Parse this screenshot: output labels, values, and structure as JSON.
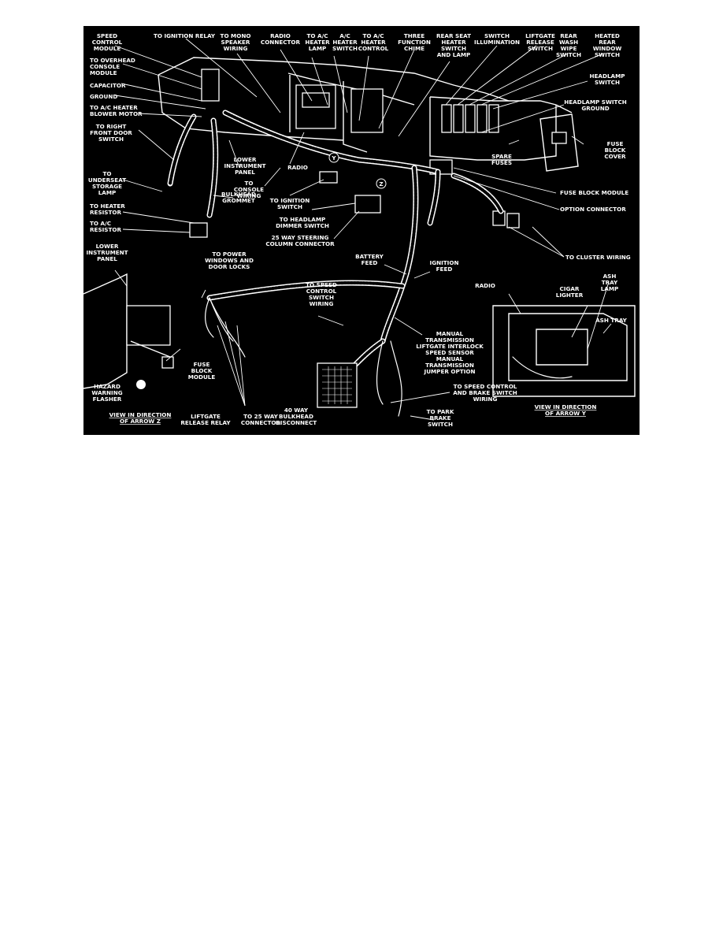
{
  "labels": {
    "speed_control_module": [
      "SPEED",
      "CONTROL",
      "MODULE"
    ],
    "overhead_console": [
      "TO OVERHEAD",
      "CONSOLE",
      "MODULE"
    ],
    "capacitor": [
      "CAPACITOR"
    ],
    "ground": [
      "GROUND"
    ],
    "ac_heater_blower": [
      "TO A/C HEATER",
      "BLOWER MOTOR"
    ],
    "right_front_door": [
      "TO RIGHT",
      "FRONT DOOR",
      "SWITCH"
    ],
    "underseat_storage": [
      "TO",
      "UNDERSEAT",
      "STORAGE",
      "LAMP"
    ],
    "heater_resistor": [
      "TO HEATER",
      "RESISTOR"
    ],
    "ac_resistor": [
      "TO A/C",
      "RESISTOR"
    ],
    "ignition_relay": [
      "TO IGNITION RELAY"
    ],
    "mono_speaker": [
      "TO MONO",
      "SPEAKER",
      "WIRING"
    ],
    "radio_connector": [
      "RADIO",
      "CONNECTOR"
    ],
    "ac_heater_lamp": [
      "TO A/C",
      "HEATER",
      "LAMP"
    ],
    "ac_heater_switch": [
      "A/C",
      "HEATER",
      "SWITCH"
    ],
    "ac_heater_control": [
      "TO A/C",
      "HEATER",
      "CONTROL"
    ],
    "three_function_chime": [
      "THREE",
      "FUNCTION",
      "CHIME"
    ],
    "rear_seat_heater": [
      "REAR SEAT",
      "HEATER",
      "SWITCH",
      "AND LAMP"
    ],
    "switch_illumination": [
      "SWITCH",
      "ILLUMINATION"
    ],
    "liftgate_release_switch": [
      "LIFTGATE",
      "RELEASE",
      "SWITCH"
    ],
    "rear_wash_wipe": [
      "REAR",
      "WASH",
      "WIPE",
      "SWITCH"
    ],
    "heated_rear_window": [
      "HEATED",
      "REAR",
      "WINDOW",
      "SWITCH"
    ],
    "headlamp_switch": [
      "HEADLAMP",
      "SWITCH"
    ],
    "headlamp_switch_ground": [
      "HEADLAMP SWITCH",
      "GROUND"
    ],
    "fuse_block_cover": [
      "FUSE",
      "BLOCK",
      "COVER"
    ],
    "spare_fuses": [
      "SPARE",
      "FUSES"
    ],
    "fuse_block_module": [
      "FUSE BLOCK MODULE"
    ],
    "option_connector": [
      "OPTION CONNECTOR"
    ],
    "cluster_wiring": [
      "TO CLUSTER WIRING"
    ],
    "lower_instrument_panel_top": [
      "LOWER",
      "INSTRUMENT",
      "PANEL"
    ],
    "radio": [
      "RADIO"
    ],
    "console_wiring": [
      "TO",
      "CONSOLE",
      "WIRING"
    ],
    "bulkhead_grommet": [
      "BULKHEAD",
      "GROMMET"
    ],
    "ignition_switch": [
      "TO IGNITION",
      "SWITCH"
    ],
    "headlamp_dimmer": [
      "TO HEADLAMP",
      "DIMMER SWITCH"
    ],
    "steering_column": [
      "25 WAY STEERING",
      "COLUMN CONNECTOR"
    ],
    "battery_feed": [
      "BATTERY",
      "FEED"
    ],
    "ignition_feed": [
      "IGNITION",
      "FEED"
    ],
    "power_windows": [
      "TO POWER",
      "WINDOWS AND",
      "DOOR LOCKS"
    ],
    "speed_control_switch": [
      "TO SPEED",
      "CONTROL",
      "SWITCH",
      "WIRING"
    ],
    "manual_transmission": [
      "MANUAL",
      "TRANSMISSION",
      "LIFTGATE INTERLOCK",
      "SPEED SENSOR",
      "MANUAL",
      "TRANSMISSION",
      "JUMPER OPTION"
    ],
    "speed_brake_switch": [
      "TO SPEED CONTROL",
      "AND BRAKE SWITCH",
      "WIRING"
    ],
    "park_brake": [
      "TO PARK",
      "BRAKE",
      "SWITCH"
    ],
    "bulkhead_disconnect": [
      "40 WAY",
      "BULKHEAD",
      "DISCONNECT"
    ],
    "to_25_way": [
      "TO 25 WAY",
      "CONNECTOR"
    ],
    "liftgate_release_relay": [
      "LIFTGATE",
      "RELEASE RELAY"
    ],
    "lower_instrument_panel_inset": [
      "LOWER",
      "INSTRUMENT",
      "PANEL"
    ],
    "fuse_block_module_inset": [
      "FUSE",
      "BLOCK",
      "MODULE"
    ],
    "hazard_flasher": [
      "HAZARD",
      "WARNING",
      "FLASHER"
    ],
    "view_arrow_z": [
      "VIEW IN DIRECTION",
      "OF ARROW Z"
    ],
    "radio_inset": [
      "RADIO"
    ],
    "cigar_lighter": [
      "CIGAR",
      "LIGHTER"
    ],
    "ash_tray_lamp": [
      "ASH",
      "TRAY",
      "LAMP"
    ],
    "ash_tray": [
      "ASH TRAY"
    ],
    "view_arrow_y": [
      "VIEW IN DIRECTION",
      "OF ARROW Y"
    ]
  },
  "arrow_markers": {
    "y": "Y",
    "z": "Z"
  }
}
